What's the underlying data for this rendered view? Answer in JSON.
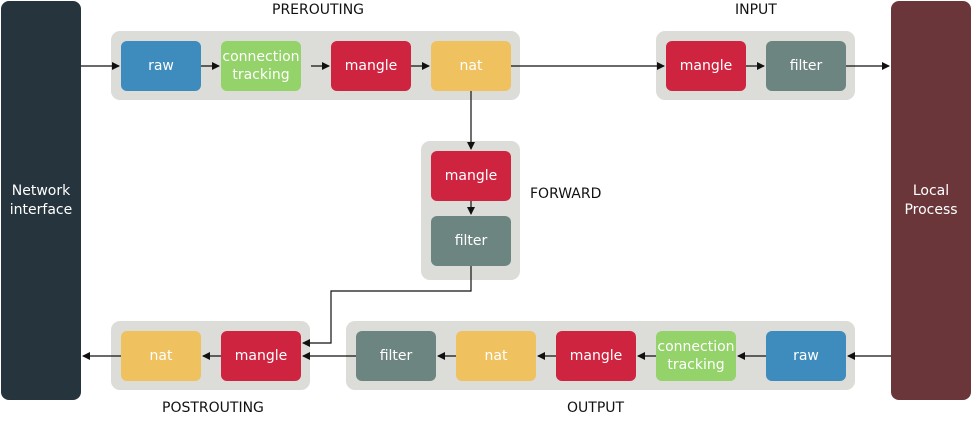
{
  "colors": {
    "side_left": "#26353d",
    "side_right": "#6b363a",
    "group_bg": "#dcdcd8",
    "raw": "#3d8cbd",
    "conntrack": "#94d26a",
    "mangle": "#cf2440",
    "nat": "#efc15f",
    "filter": "#6d8580",
    "arrow": "#111111"
  },
  "sides": {
    "left": "Network\ninterface",
    "right": "Local\nProcess"
  },
  "chains": {
    "prerouting": "PREROUTING",
    "input": "INPUT",
    "forward": "FORWARD",
    "postrouting": "POSTROUTING",
    "output": "OUTPUT"
  },
  "prerouting": [
    "raw",
    "connection\ntracking",
    "mangle",
    "nat"
  ],
  "input": [
    "mangle",
    "filter"
  ],
  "forward": [
    "mangle",
    "filter"
  ],
  "postrouting": [
    "nat",
    "mangle"
  ],
  "output": [
    "filter",
    "nat",
    "mangle",
    "connection\ntracking",
    "raw"
  ]
}
